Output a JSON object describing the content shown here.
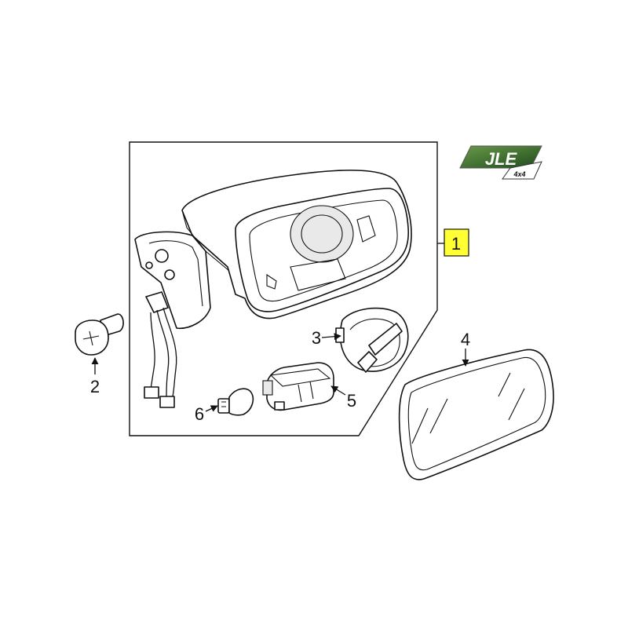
{
  "callouts": {
    "c1": "1",
    "c2": "2",
    "c3": "3",
    "c4": "4",
    "c5": "5",
    "c6": "6"
  },
  "logo": {
    "text": "JLE",
    "subtext": "4x4",
    "color": "#3a6b2e"
  },
  "colors": {
    "highlight": "#ffff33",
    "ink": "#111111"
  }
}
